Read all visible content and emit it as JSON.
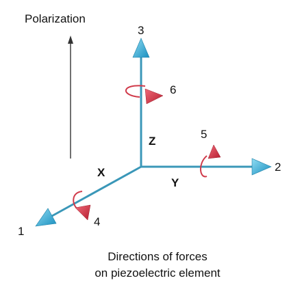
{
  "polarization_label": "Polarization",
  "axes": {
    "x": {
      "label": "X",
      "number": "1"
    },
    "y": {
      "label": "Y",
      "number": "2"
    },
    "z": {
      "label": "Z",
      "number": "3"
    }
  },
  "rotations": {
    "about_x": "4",
    "about_y": "5",
    "about_z": "6"
  },
  "caption": {
    "line1": "Directions of forces",
    "line2": "on piezoelectric element"
  },
  "colors": {
    "axis": "#3a97b8",
    "arrowhead": "#1fa5d0",
    "rotation": "#d03a4a",
    "polarization_arrow": "#333333"
  }
}
